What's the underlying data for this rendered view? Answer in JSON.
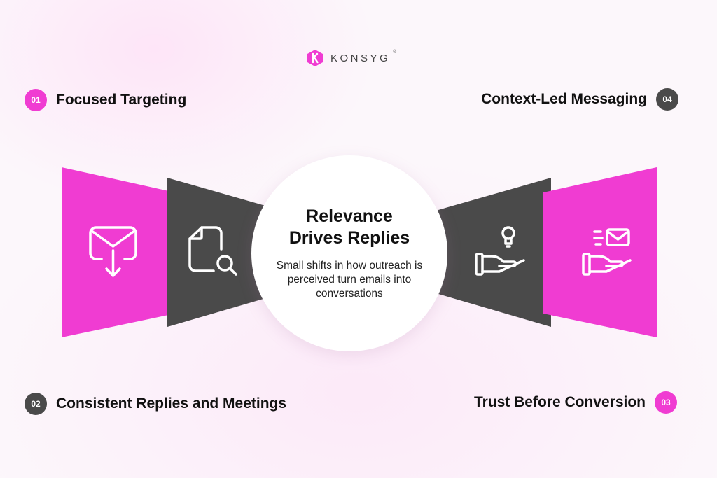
{
  "brand": {
    "name": "KONSYG",
    "mark": "®",
    "logo_icon": "konsyg-hexagon-k-icon"
  },
  "colors": {
    "pink": "#f03cd2",
    "dark": "#4a4a4a",
    "text": "#111111"
  },
  "center": {
    "title": "Relevance Drives Replies",
    "description": "Small shifts in how outreach is perceived turn emails into conversations"
  },
  "items": [
    {
      "number": "01",
      "label": "Focused Targeting",
      "color": "pink"
    },
    {
      "number": "02",
      "label": "Consistent Replies and Meetings",
      "color": "dark"
    },
    {
      "number": "03",
      "label": "Trust Before Conversion",
      "color": "pink"
    },
    {
      "number": "04",
      "label": "Context-Led Messaging",
      "color": "dark"
    }
  ],
  "panels": [
    {
      "icon": "email-download-icon",
      "color": "pink"
    },
    {
      "icon": "document-search-icon",
      "color": "dark"
    },
    {
      "icon": "hand-lightbulb-icon",
      "color": "dark"
    },
    {
      "icon": "hand-email-icon",
      "color": "pink"
    }
  ]
}
